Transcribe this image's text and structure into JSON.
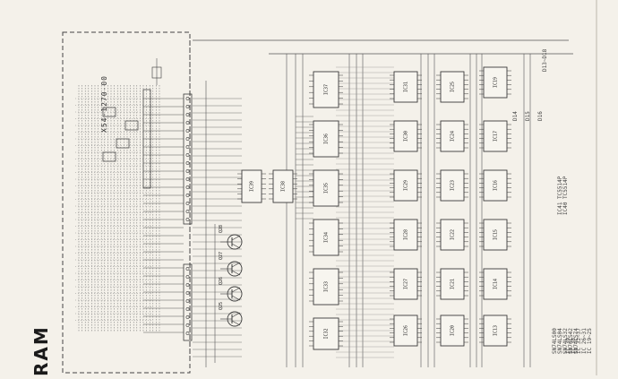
{
  "board_label": "X54-1270-00",
  "title_fragment": "RAM",
  "ics": [
    {
      "id": "IC37"
    },
    {
      "id": "IC36"
    },
    {
      "id": "IC35"
    },
    {
      "id": "IC34"
    },
    {
      "id": "IC33"
    },
    {
      "id": "IC32"
    },
    {
      "id": "IC39"
    },
    {
      "id": "IC38"
    },
    {
      "id": "IC31"
    },
    {
      "id": "IC30"
    },
    {
      "id": "IC29"
    },
    {
      "id": "IC28"
    },
    {
      "id": "IC27"
    },
    {
      "id": "IC26"
    },
    {
      "id": "IC25"
    },
    {
      "id": "IC24"
    },
    {
      "id": "IC23"
    },
    {
      "id": "IC22"
    },
    {
      "id": "IC21"
    },
    {
      "id": "IC20"
    },
    {
      "id": "IC19"
    },
    {
      "id": "IC17"
    },
    {
      "id": "IC16"
    },
    {
      "id": "IC15"
    },
    {
      "id": "IC14"
    },
    {
      "id": "IC13"
    }
  ],
  "transistors": [
    "Q28",
    "Q27",
    "Q26",
    "Q25"
  ],
  "parts_notes": {
    "col1": [
      "IC 19~25",
      "IC 26~31",
      "IC 32~37",
      "IC 38",
      "IC 39"
    ],
    "col2": [
      "SN74LS74",
      "SN74LS42",
      "SN74LS32",
      "SN74LS04",
      "SN74LS00"
    ],
    "col3": [
      "IC40 TC5514P",
      "IC41 TC5514P"
    ]
  },
  "component_labels": [
    "D14",
    "D15",
    "D16",
    "D13~D18"
  ]
}
